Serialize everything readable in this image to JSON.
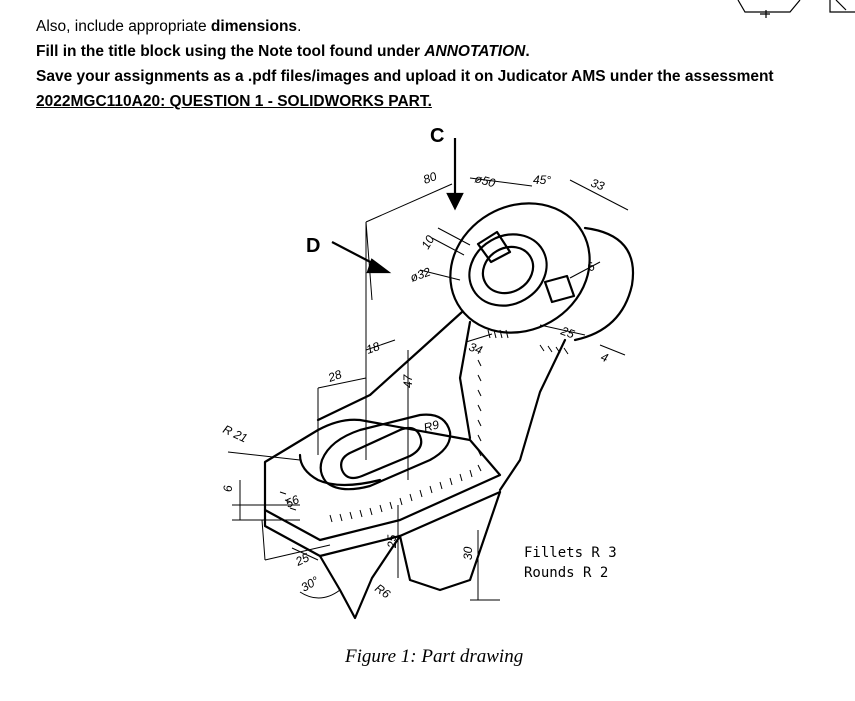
{
  "instructions": {
    "line1_prefix": "Also, include appropriate ",
    "line1_bold": "dimensions",
    "line1_suffix": ".",
    "line2_prefix": "Fill in the title block using the Note tool found under ",
    "line2_italic": "ANNOTATION",
    "line2_suffix": ".",
    "line3": "Save your assignments as a .pdf files/images and upload it on Judicator AMS under the assessment",
    "line4": "2022MGC110A20: QUESTION 1 - SOLIDWORKS PART."
  },
  "drawing": {
    "view_label_c": "C",
    "view_label_d": "D",
    "dimensions": {
      "d80": "80",
      "dia50": "ø50",
      "angle45": "45°",
      "d33": "33",
      "d10": "10",
      "dia32": "ø32",
      "d6": "6",
      "d25_top": "25",
      "d4": "4",
      "d34": "34",
      "d28": "28",
      "d18": "18",
      "d47": "47",
      "r9": "R9",
      "r21": "R 21",
      "d6_left": "6",
      "d56": "56",
      "d25_bottom": "25",
      "angle30": "30°",
      "d25_vert": "25",
      "r6": "R6",
      "d30": "30"
    },
    "notes": {
      "fillets": "Fillets  R 3",
      "rounds": "Rounds  R 2"
    }
  },
  "caption": "Figure 1: Part drawing"
}
